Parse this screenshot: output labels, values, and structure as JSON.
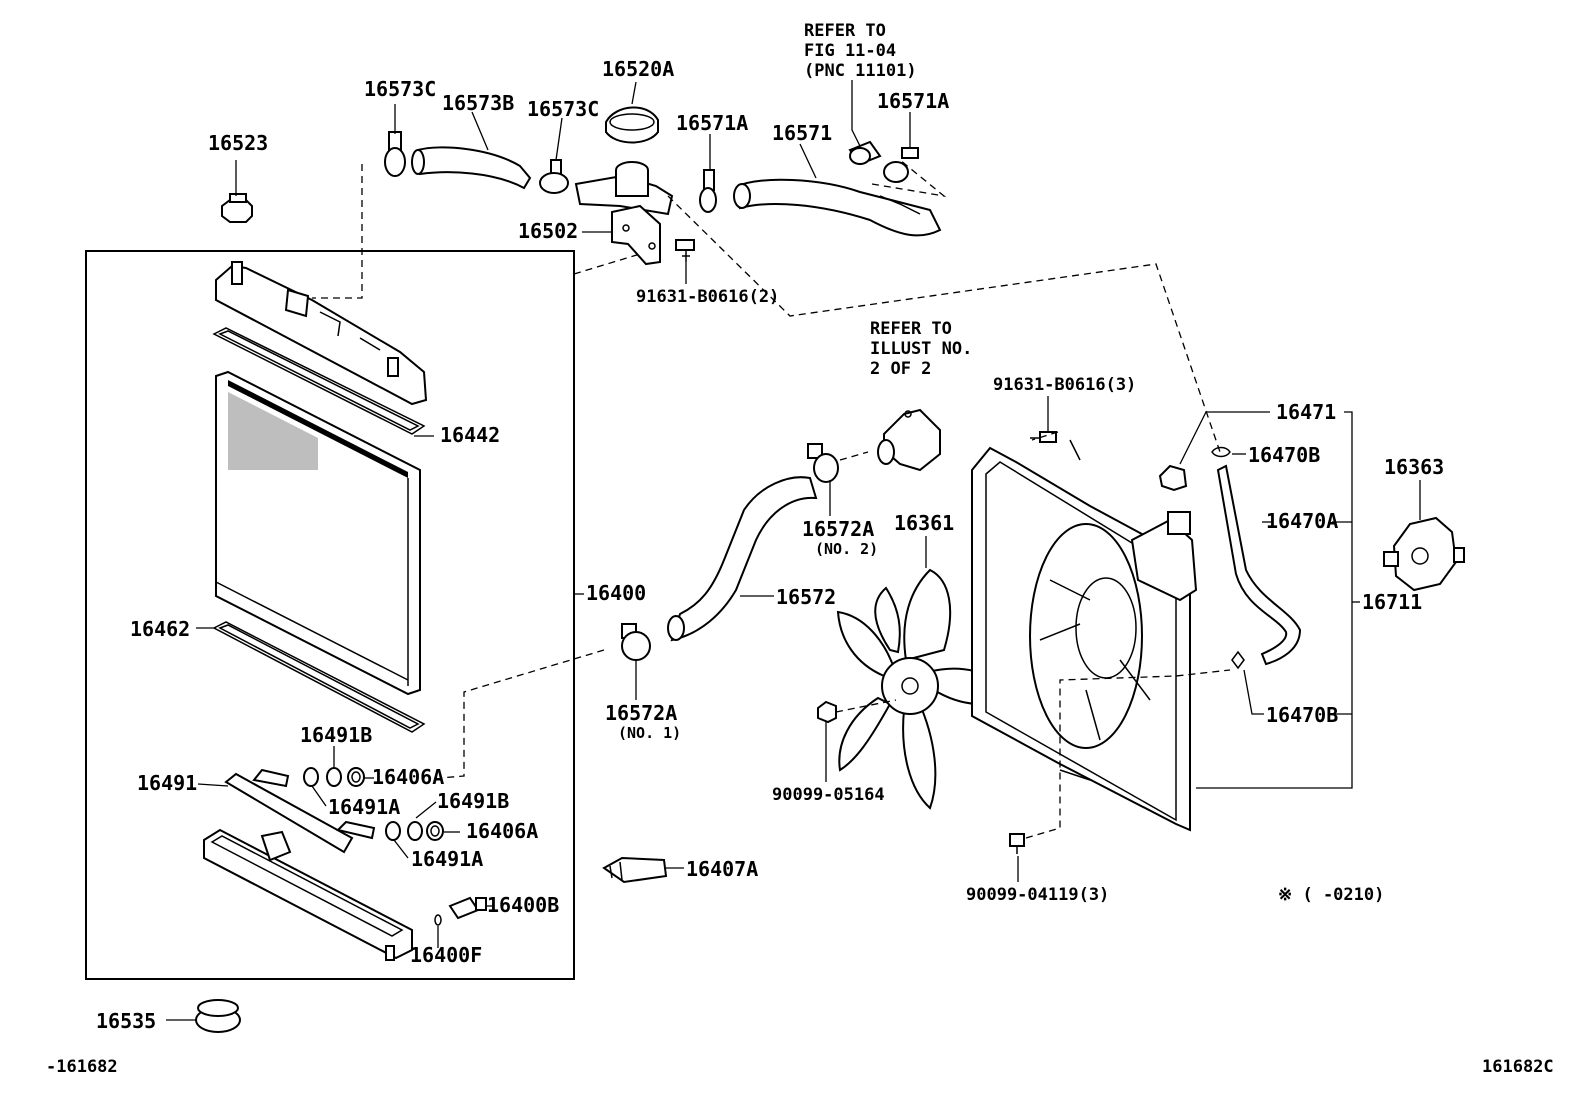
{
  "labels": {
    "p16573C_left": "16573C",
    "p16573B": "16573B",
    "p16573C_right": "16573C",
    "p16520A": "16520A",
    "p16571A_left": "16571A",
    "p16571": "16571",
    "p16571A_right": "16571A",
    "p16523": "16523",
    "p16502": "16502",
    "p91631_2": "91631-B0616(2)",
    "p16442": "16442",
    "p16462": "16462",
    "p16400": "16400",
    "p16491B_top": "16491B",
    "p16491": "16491",
    "p16406A_top": "16406A",
    "p16491A_top": "16491A",
    "p16491B_mid": "16491B",
    "p16406A_bot": "16406A",
    "p16491A_bot": "16491A",
    "p16400B": "16400B",
    "p16400F": "16400F",
    "p16407A": "16407A",
    "p16535": "16535",
    "p16572A_no2": "16572A",
    "no2": "(NO. 2)",
    "p16572": "16572",
    "p16572A_no1": "16572A",
    "no1": "(NO. 1)",
    "p16361": "16361",
    "p90099_05164": "90099-05164",
    "p91631_3": "91631-B0616(3)",
    "p16471": "16471",
    "p16470B_top": "16470B",
    "p16470A": "16470A",
    "p16470B_bot": "16470B",
    "p16363": "16363",
    "p16711": "16711",
    "p90099_04119": "90099-04119(3)",
    "note_mark": "※",
    "note_range": "※ (      -0210)",
    "code_left": "-161682",
    "code_right": "161682C"
  },
  "refer_top": [
    "REFER TO",
    "FIG 11-04",
    "(PNC 11101)"
  ],
  "refer_mid": [
    "REFER TO",
    "ILLUST NO.",
    "2 OF 2"
  ]
}
